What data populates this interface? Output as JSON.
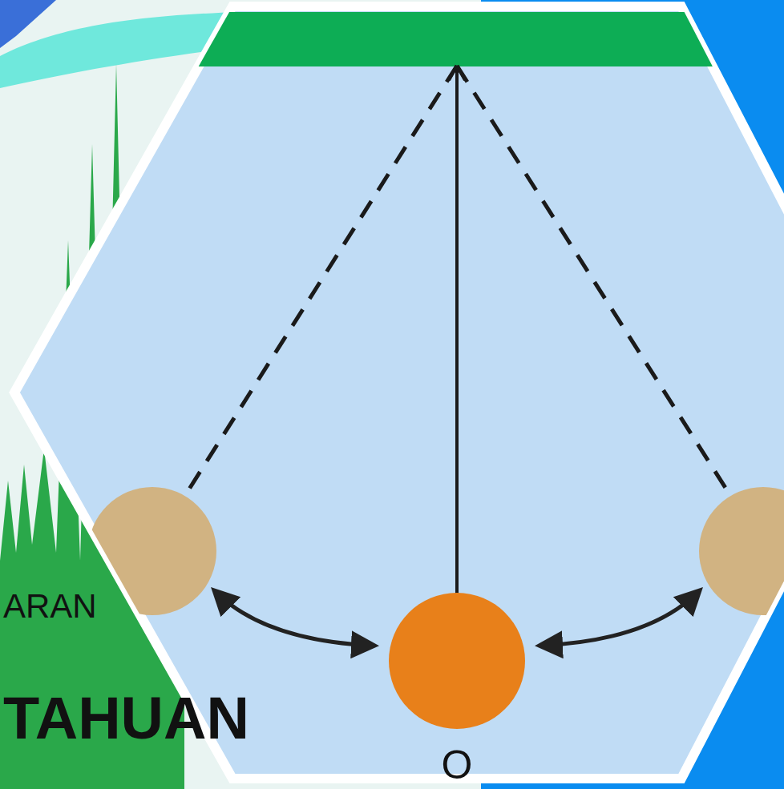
{
  "diagram": {
    "labels": [
      "ARAN",
      "TAHUAN",
      "O"
    ]
  }
}
